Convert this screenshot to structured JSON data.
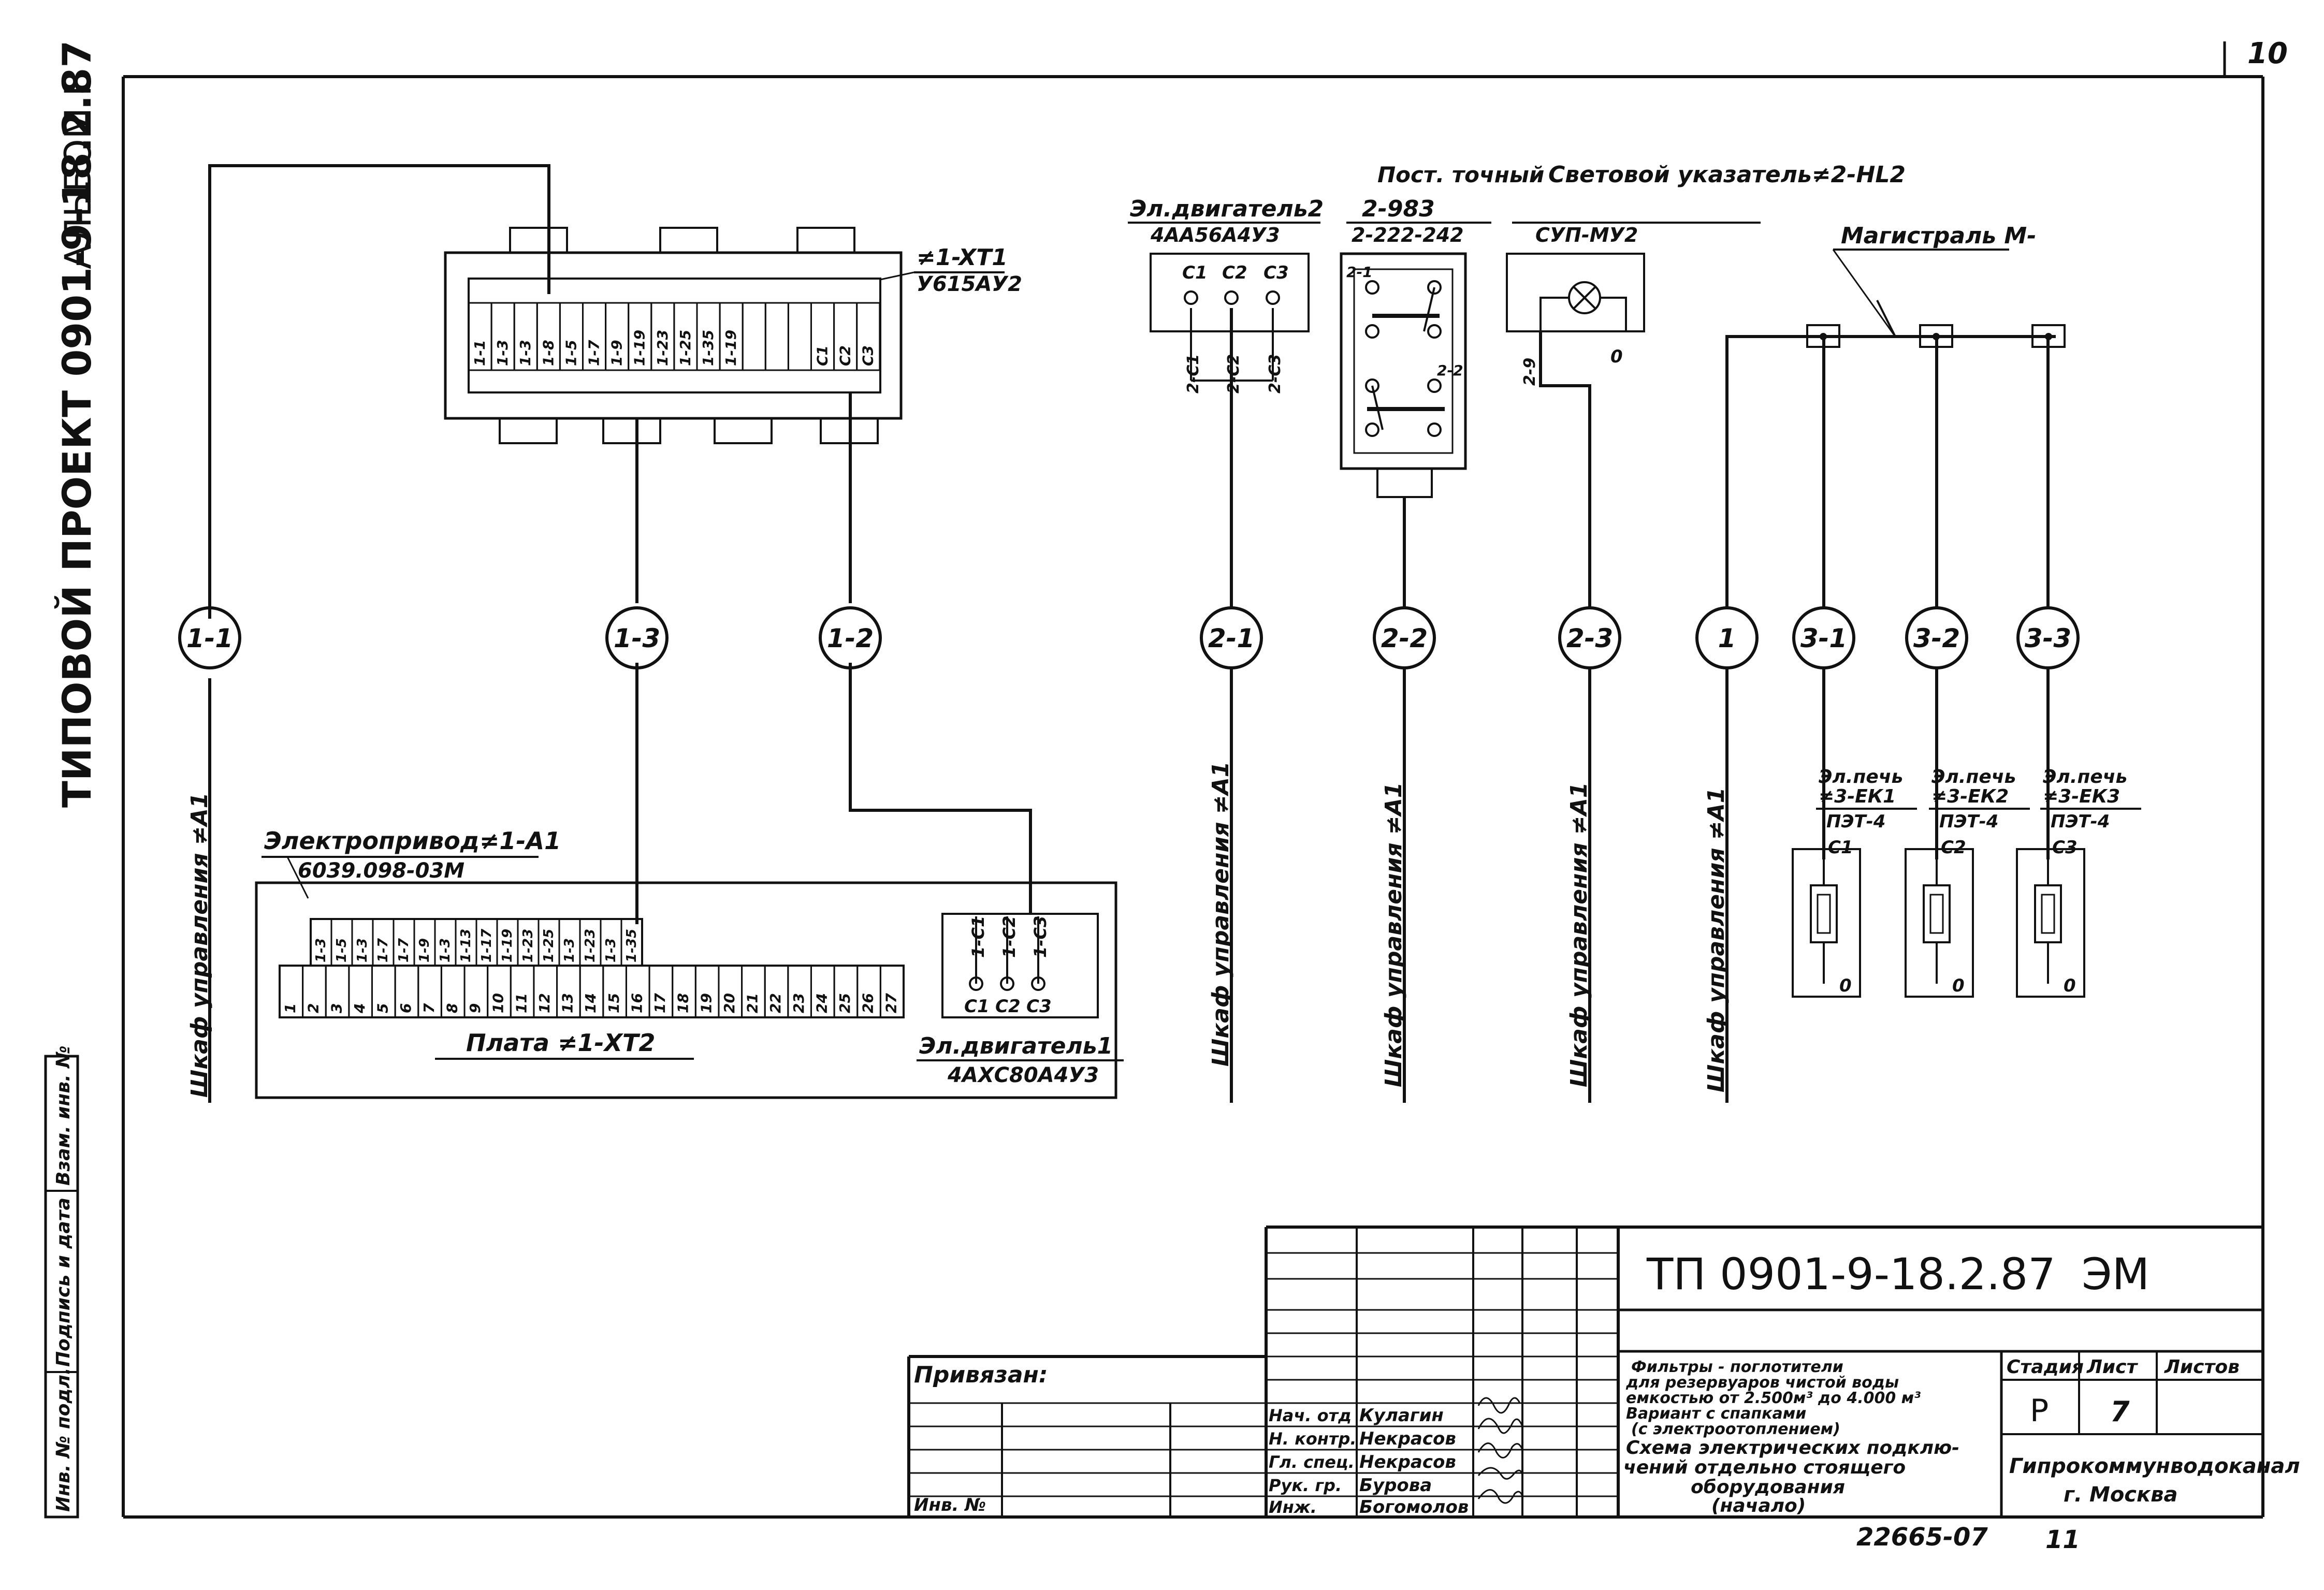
{
  "sheet_number": "10",
  "side_album": "АЛЬБОМ I",
  "side_project": "ТИПОВОЙ ПРОЕКТ 0901-9-18.2.87",
  "terminal_top": {
    "name": "≠1-XT1",
    "type": "У615АУ2",
    "labels": [
      "1-1",
      "1-3",
      "1-3",
      "1-8",
      "1-5",
      "1-7",
      "1-9",
      "1-19",
      "1-23",
      "1-25",
      "1-35",
      "1-19",
      "",
      "",
      "",
      "С1",
      "С2",
      "С3"
    ]
  },
  "actuator": {
    "name": "Электропривод≠1-А1",
    "code": "6039.098-03М"
  },
  "plate": {
    "name": "Плата ≠1-XT2",
    "upper": [
      "1-3",
      "1-5",
      "1-3",
      "1-7",
      "1-7",
      "1-9",
      "1-3",
      "1-13",
      "1-17",
      "1-19",
      "1-23",
      "1-25",
      "1-3",
      "1-23",
      "1-3",
      "1-35"
    ],
    "lower": [
      "1",
      "2",
      "3",
      "4",
      "5",
      "6",
      "7",
      "8",
      "9",
      "10",
      "11",
      "12",
      "13",
      "14",
      "15",
      "16",
      "17",
      "18",
      "19",
      "20",
      "21",
      "22",
      "23",
      "24",
      "25",
      "26",
      "27"
    ]
  },
  "motor1": {
    "name": "Эл.двигатель1",
    "type": "4АХС80А4У3",
    "upper": [
      "1-С1",
      "1-С2",
      "1-С3"
    ],
    "terminals": [
      "С1",
      "С2",
      "С3"
    ]
  },
  "motor2": {
    "name": "Эл.двигатель2",
    "type": "4АА56А4У3",
    "terminals": [
      "С1",
      "С2",
      "С3"
    ],
    "wires": [
      "2-С1",
      "2-С2",
      "2-С3"
    ]
  },
  "post": {
    "name": "Пост. точный",
    "code": "2-983",
    "type": "2-222-242",
    "marks": [
      "2-1",
      "2-2"
    ]
  },
  "light": {
    "name": "Световой указатель≠2-HL2",
    "type": "СУП-МУ2",
    "wire": "2-9",
    "terminal": "0"
  },
  "mains": {
    "name": "Магистраль М-"
  },
  "cables": [
    "1-1",
    "1-3",
    "1-2",
    "2-1",
    "2-2",
    "2-3",
    "1",
    "3-1",
    "3-2",
    "3-3"
  ],
  "vertical_labels": [
    "Шкаф управления ≠А1",
    "Шкаф управления ≠А1",
    "Шкаф управления ≠А1",
    "Шкаф управления ≠А1",
    "Шкаф управления ≠А1"
  ],
  "heaters": [
    {
      "name": "Эл.печь",
      "id": "≠3-ЕК1",
      "type": "ПЭТ-4",
      "term": "С1",
      "zero": "0"
    },
    {
      "name": "Эл.печь",
      "id": "≠3-ЕК2",
      "type": "ПЭТ-4",
      "term": "С2",
      "zero": "0"
    },
    {
      "name": "Эл.печь",
      "id": "≠3-ЕК3",
      "type": "ПЭТ-4",
      "term": "С3",
      "zero": "0"
    }
  ],
  "title_block": {
    "code": "ТП 0901-9-18.2.87",
    "mark": "ЭМ",
    "bound": "Привязан:",
    "inv": "Инв. №",
    "roles": [
      "Нач. отд",
      "Н. контр.",
      "Гл. спец.",
      "Рук. гр.",
      "Инж."
    ],
    "names": [
      "Кулагин",
      "Некрасов",
      "Некрасов",
      "Бурова",
      "Богомолов"
    ],
    "desc1": [
      "Фильтры - поглотители",
      "для резервуаров чистой воды",
      "емкостью от 2.500м³ до 4.000 м³",
      "Вариант с спапками",
      "(с электроотоплением)"
    ],
    "desc2": [
      "Схема электрических подклю-",
      "чений отдельно стоящего",
      "оборудования",
      "(начало)"
    ],
    "h_stage": "Стадия",
    "h_sheet": "Лист",
    "h_sheets": "Листов",
    "v_stage": "Р",
    "v_sheet": "7",
    "org": [
      "Гипрокоммунводоканал",
      "г. Москва"
    ]
  },
  "left_stamp": [
    "Инв. № подл.",
    "Подпись и дата",
    "Взам. инв. №"
  ],
  "footer_number": "22665-07",
  "footer_page": "11"
}
